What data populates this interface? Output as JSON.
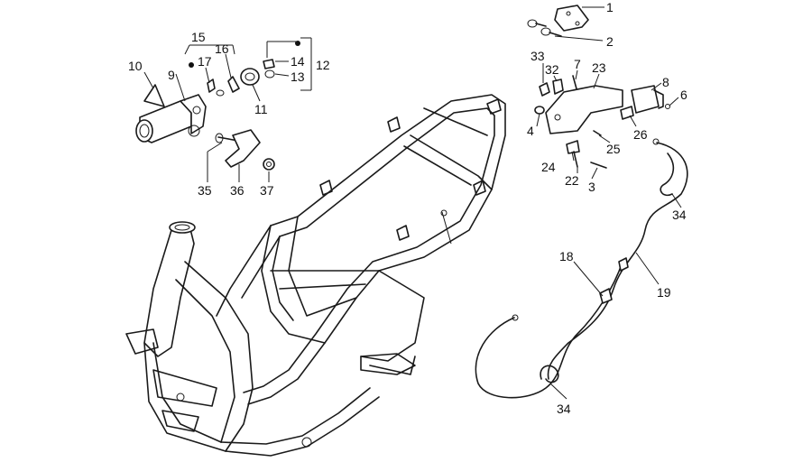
{
  "callouts": {
    "c1": "1",
    "c2": "2",
    "c3": "3",
    "c4": "4",
    "c6": "6",
    "c7": "7",
    "c8": "8",
    "c9": "9",
    "c10": "10",
    "c11": "11",
    "c12": "12",
    "c13": "13",
    "c14": "14",
    "c15": "15",
    "c16": "16",
    "c17": "17",
    "c18": "18",
    "c19": "19",
    "c22": "22",
    "c23": "23",
    "c24": "24",
    "c25": "25",
    "c26": "26",
    "c32": "32",
    "c33": "33",
    "c34a": "34",
    "c34b": "34",
    "c35": "35",
    "c36": "36",
    "c37": "37"
  }
}
